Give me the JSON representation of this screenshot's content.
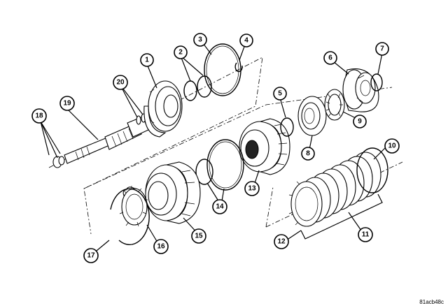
{
  "figure_code": "81acb48c",
  "callouts": [
    {
      "id": "1",
      "label": "1"
    },
    {
      "id": "2",
      "label": "2"
    },
    {
      "id": "3",
      "label": "3"
    },
    {
      "id": "4",
      "label": "4"
    },
    {
      "id": "5",
      "label": "5"
    },
    {
      "id": "6",
      "label": "6"
    },
    {
      "id": "7",
      "label": "7"
    },
    {
      "id": "8",
      "label": "8"
    },
    {
      "id": "9",
      "label": "9"
    },
    {
      "id": "10",
      "label": "10"
    },
    {
      "id": "11",
      "label": "11"
    },
    {
      "id": "12",
      "label": "12"
    },
    {
      "id": "13",
      "label": "13"
    },
    {
      "id": "14",
      "label": "14"
    },
    {
      "id": "15",
      "label": "15"
    },
    {
      "id": "16",
      "label": "16"
    },
    {
      "id": "17",
      "label": "17"
    },
    {
      "id": "18",
      "label": "18"
    },
    {
      "id": "19",
      "label": "19"
    },
    {
      "id": "20",
      "label": "20"
    }
  ]
}
